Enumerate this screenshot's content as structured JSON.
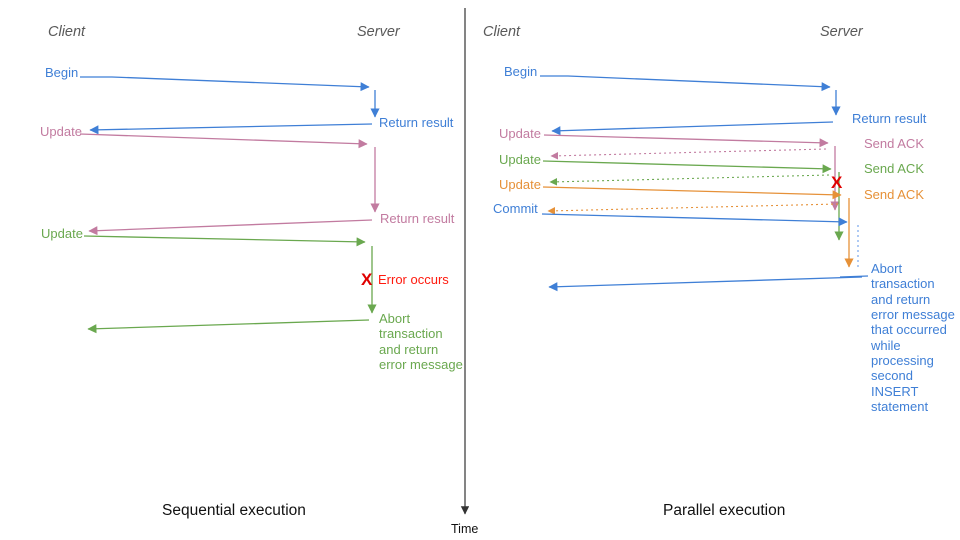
{
  "diagram": {
    "time_axis_label": "Time",
    "colors": {
      "blue": "#3f7fd6",
      "pink": "#c27ba0",
      "green": "#6aa84f",
      "orange": "#e69138",
      "red": "#e00000",
      "light_blue_dotted": "#6d9eeb",
      "header_gray": "#595959",
      "axis_gray": "#333333"
    },
    "sequential": {
      "caption": "Sequential execution",
      "client_header": "Client",
      "server_header": "Server",
      "labels": {
        "begin": "Begin",
        "return_result_1": "Return result",
        "update_1": "Update",
        "return_result_2": "Return result",
        "update_2": "Update",
        "error_marker": "X",
        "error_text": "Error occurs",
        "abort_text": "Abort\ntransaction\nand return\nerror message"
      }
    },
    "parallel": {
      "caption": "Parallel execution",
      "client_header": "Client",
      "server_header": "Server",
      "labels": {
        "begin": "Begin",
        "return_result": "Return result",
        "update_1": "Update",
        "send_ack_1": "Send ACK",
        "update_2": "Update",
        "send_ack_2": "Send ACK",
        "update_3": "Update",
        "send_ack_3": "Send ACK",
        "commit": "Commit",
        "error_marker": "X",
        "abort_text": "Abort\ntransaction\nand return\nerror message\nthat occurred\nwhile\nprocessing\nsecond\nINSERT\nstatement"
      }
    }
  }
}
